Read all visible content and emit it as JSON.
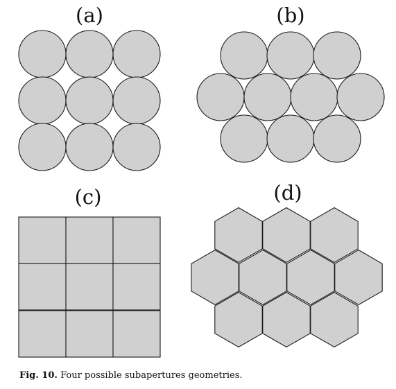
{
  "figure": {
    "panels": [
      {
        "label": "(a)",
        "geometry": "circles",
        "arrangement": "square grid",
        "rows": [
          3,
          3,
          3
        ]
      },
      {
        "label": "(b)",
        "geometry": "circles",
        "arrangement": "hexagonal",
        "rows": [
          3,
          4,
          3
        ]
      },
      {
        "label": "(c)",
        "geometry": "squares",
        "arrangement": "square grid",
        "rows": [
          3,
          3,
          3
        ]
      },
      {
        "label": "(d)",
        "geometry": "hexagons",
        "arrangement": "hexagonal",
        "rows": [
          3,
          4,
          3
        ]
      }
    ],
    "fill_color": "#d0d0d0",
    "stroke_color": "#1a1a1a"
  },
  "caption": {
    "prefix": "Fig. 10.",
    "text": "Four possible subapertures geometries."
  }
}
